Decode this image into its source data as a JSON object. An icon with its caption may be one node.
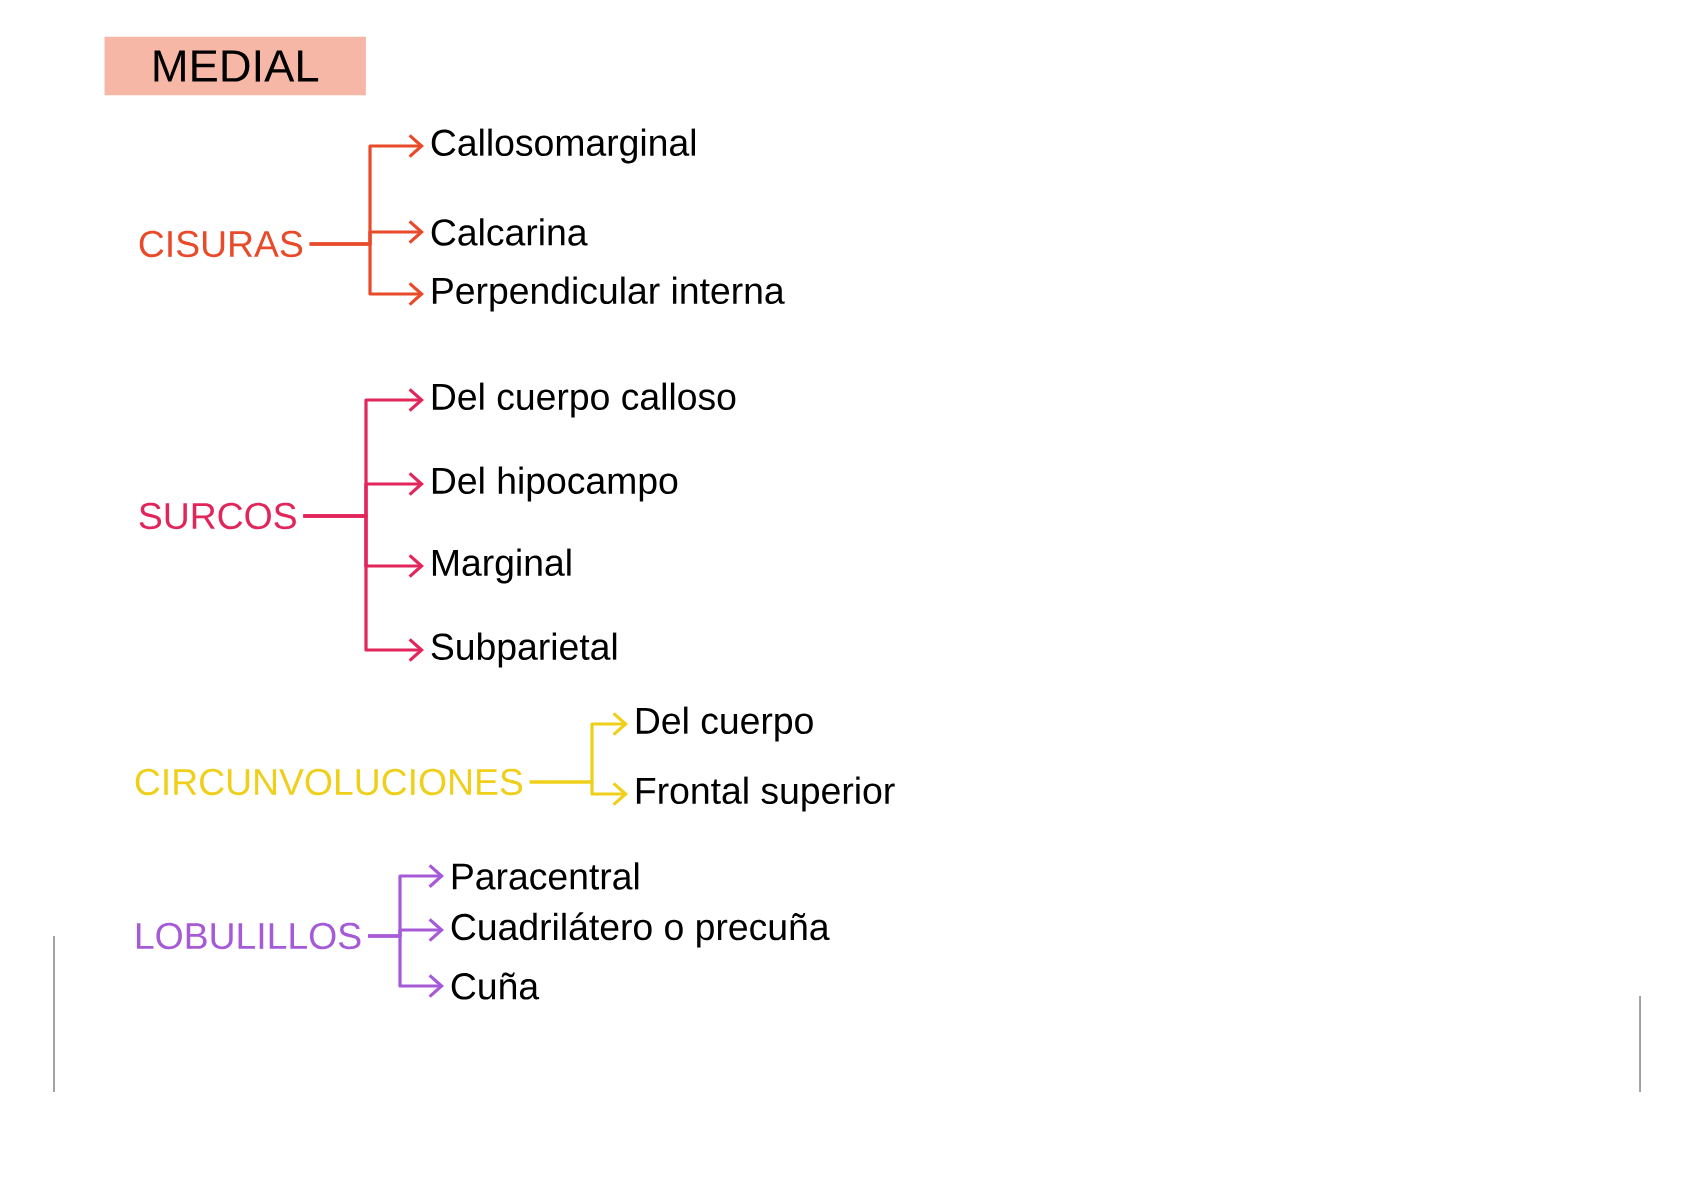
{
  "diagram": {
    "title": "MEDIAL",
    "nodes": [
      {
        "text": [
          "CISURAS"
        ]
      },
      {
        "text": [
          "Callosomarginal"
        ]
      },
      {
        "text": [
          "Calcarina"
        ]
      },
      {
        "text": [
          "Perpendicular interna"
        ]
      },
      {
        "text": [
          "SURCOS"
        ]
      },
      {
        "text": [
          "Del cuerpo calloso"
        ]
      },
      {
        "text": [
          "Del hipocampo"
        ]
      },
      {
        "text": [
          "Marginal"
        ]
      },
      {
        "text": [
          "Subparietal"
        ]
      },
      {
        "text": [
          "CIRCUNVOLUCIONES"
        ]
      },
      {
        "text": [
          "Del cuerpo"
        ]
      },
      {
        "text": [
          "Frontal superior"
        ]
      },
      {
        "text": [
          "LOBULILLOS"
        ]
      },
      {
        "text": [
          "Paracentral"
        ]
      },
      {
        "text": [
          "Cuadrilátero o precuña"
        ]
      },
      {
        "text": [
          "Cuña"
        ]
      }
    ],
    "edges": [
      {
        "from": 0,
        "to": 1,
        "arrow": "to",
        "color": "#e84a2a"
      },
      {
        "from": 0,
        "to": 2,
        "arrow": "to",
        "color": "#e84a2a"
      },
      {
        "from": 0,
        "to": 3,
        "arrow": "to",
        "color": "#e84a2a"
      },
      {
        "from": 4,
        "to": 5,
        "arrow": "to",
        "color": "#e2265c"
      },
      {
        "from": 4,
        "to": 6,
        "arrow": "to",
        "color": "#e2265c"
      },
      {
        "from": 4,
        "to": 7,
        "arrow": "to",
        "color": "#e2265c"
      },
      {
        "from": 4,
        "to": 8,
        "arrow": "to",
        "color": "#e2265c"
      },
      {
        "from": 9,
        "to": 10,
        "arrow": "to",
        "color": "#f0cf1a"
      },
      {
        "from": 9,
        "to": 11,
        "arrow": "to",
        "color": "#f0cf1a"
      },
      {
        "from": 12,
        "to": 13,
        "arrow": "to",
        "color": "#a65ad8"
      },
      {
        "from": 12,
        "to": 14,
        "arrow": "to",
        "color": "#a65ad8"
      },
      {
        "from": 12,
        "to": 15,
        "arrow": "to",
        "color": "#a65ad8"
      }
    ]
  }
}
